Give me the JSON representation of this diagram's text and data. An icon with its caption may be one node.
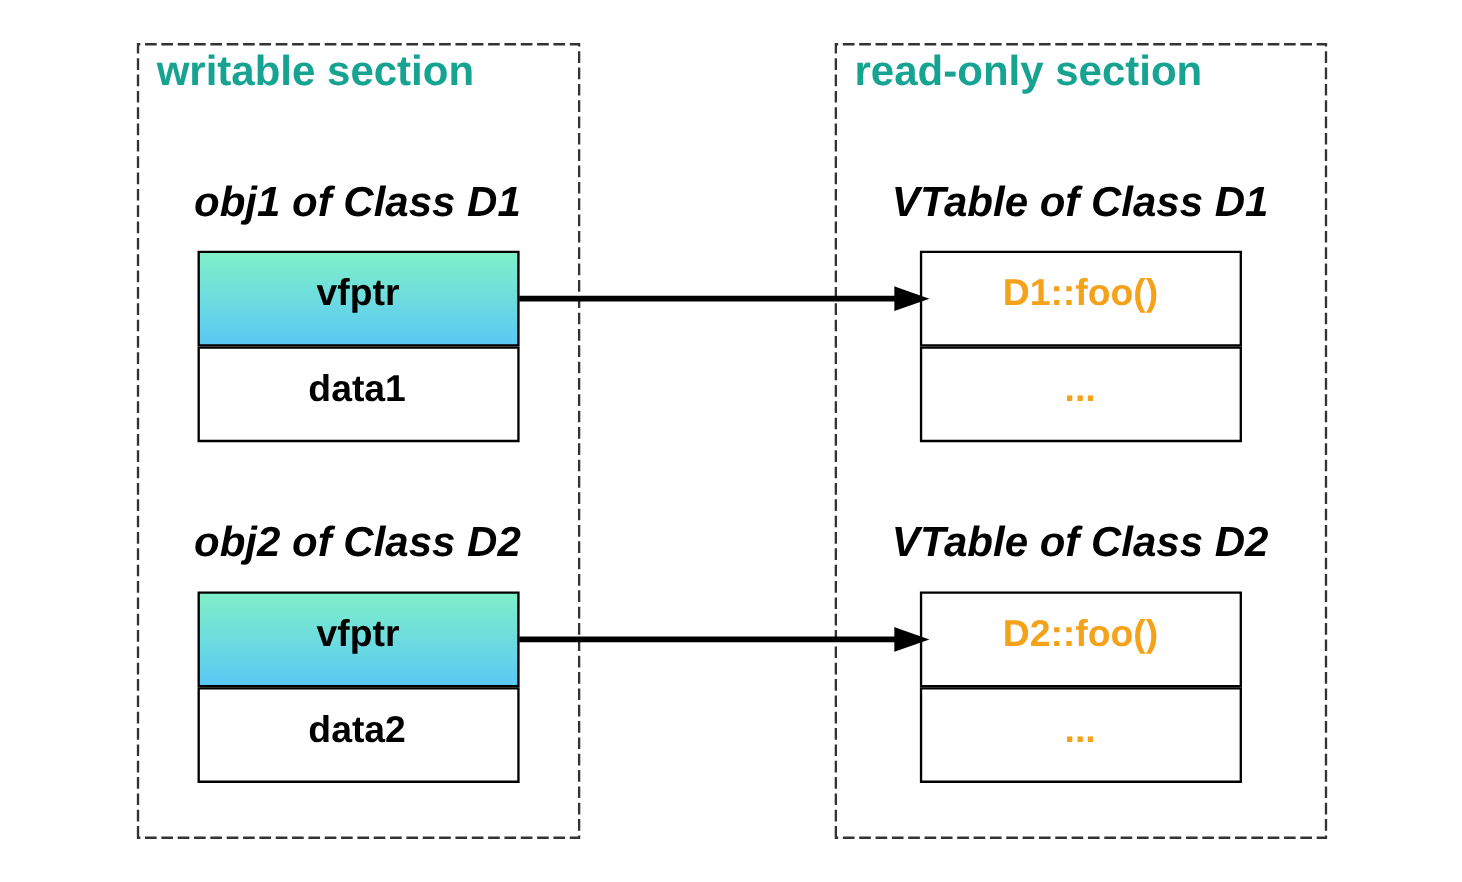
{
  "diagram": {
    "nodes": [
      {
        "text": [
          "writable section"
        ]
      },
      {
        "text": [
          "vfptr"
        ],
        "in": 0,
        "beside": [
          "obj1 of Class D1"
        ]
      },
      {
        "text": [
          "data1"
        ],
        "in": 0
      },
      {
        "text": [
          "vfptr"
        ],
        "in": 0,
        "beside": [
          "obj2 of Class D2"
        ]
      },
      {
        "text": [
          "data2"
        ],
        "in": 0
      },
      {
        "text": [
          "read-only section"
        ]
      },
      {
        "text": [
          "D1::foo()"
        ],
        "in": 5,
        "beside": [
          "VTable of Class D1"
        ]
      },
      {
        "text": [
          "..."
        ],
        "in": 5
      },
      {
        "text": [
          "D2::foo()"
        ],
        "in": 5,
        "beside": [
          "VTable of Class D2"
        ]
      },
      {
        "text": [
          "..."
        ],
        "in": 5
      }
    ],
    "edges": [
      {
        "from": 1,
        "to": 6,
        "arrow": "to"
      },
      {
        "from": 3,
        "to": 8,
        "arrow": "to"
      }
    ]
  }
}
